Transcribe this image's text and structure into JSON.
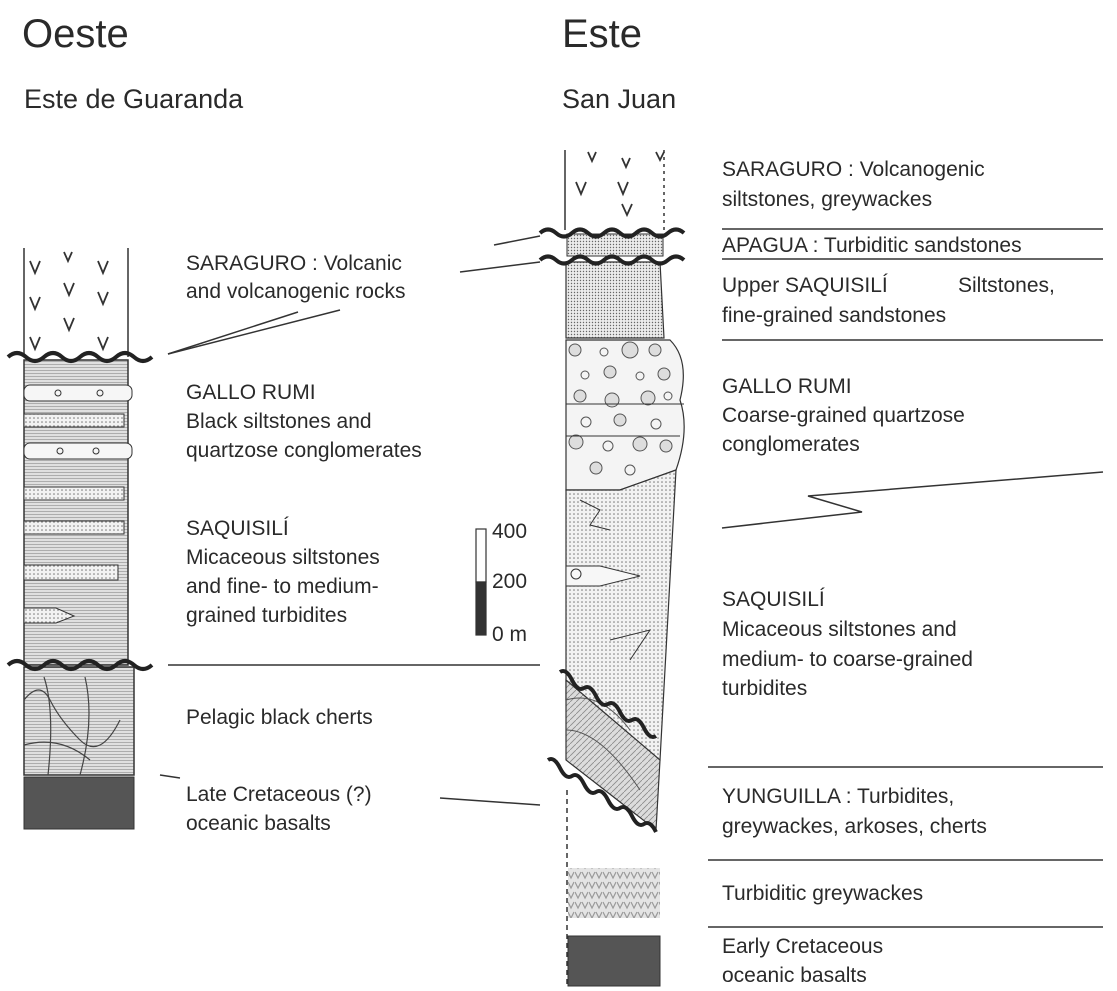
{
  "west": {
    "heading": "Oeste",
    "locality": "Este de Guaranda",
    "units": {
      "saraguro": {
        "line1": "SARAGURO : Volcanic",
        "line2": "and volcanogenic rocks"
      },
      "gallo_rumi": {
        "line1": "GALLO RUMI",
        "line2": "Black siltstones and",
        "line3": "quartzose conglomerates"
      },
      "saquisili": {
        "line1": "SAQUISILÍ",
        "line2": "Micaceous siltstones",
        "line3": "and fine- to medium-",
        "line4": "grained turbidites"
      },
      "cherts": {
        "line1": "Pelagic black cherts"
      },
      "basalts": {
        "line1": "Late Cretaceous (?)",
        "line2": "oceanic basalts"
      }
    }
  },
  "east": {
    "heading": "Este",
    "locality": "San Juan",
    "units": {
      "saraguro": {
        "line1": "SARAGURO : Volcanogenic",
        "line2": "siltstones, greywackes"
      },
      "apagua": {
        "line1": "APAGUA : Turbiditic sandstones"
      },
      "upper_saquisili": {
        "line1a": "Upper SAQUISILÍ",
        "line1b": "Siltstones,",
        "line2": "fine-grained sandstones"
      },
      "gallo_rumi": {
        "line1": "GALLO RUMI",
        "line2": "Coarse-grained quartzose",
        "line3": "conglomerates"
      },
      "saquisili": {
        "line1": "SAQUISILÍ",
        "line2": "Micaceous siltstones and",
        "line3": "medium- to coarse-grained",
        "line4": "turbidites"
      },
      "yunguilla": {
        "line1": "YUNGUILLA : Turbidites,",
        "line2": "greywackes, arkoses, cherts"
      },
      "greywackes": {
        "line1": "Turbiditic greywackes"
      },
      "basalts": {
        "line1": "Early Cretaceous",
        "line2": "oceanic basalts"
      }
    }
  },
  "scale": {
    "top": "400",
    "mid": "200",
    "bottom": "0 m"
  }
}
